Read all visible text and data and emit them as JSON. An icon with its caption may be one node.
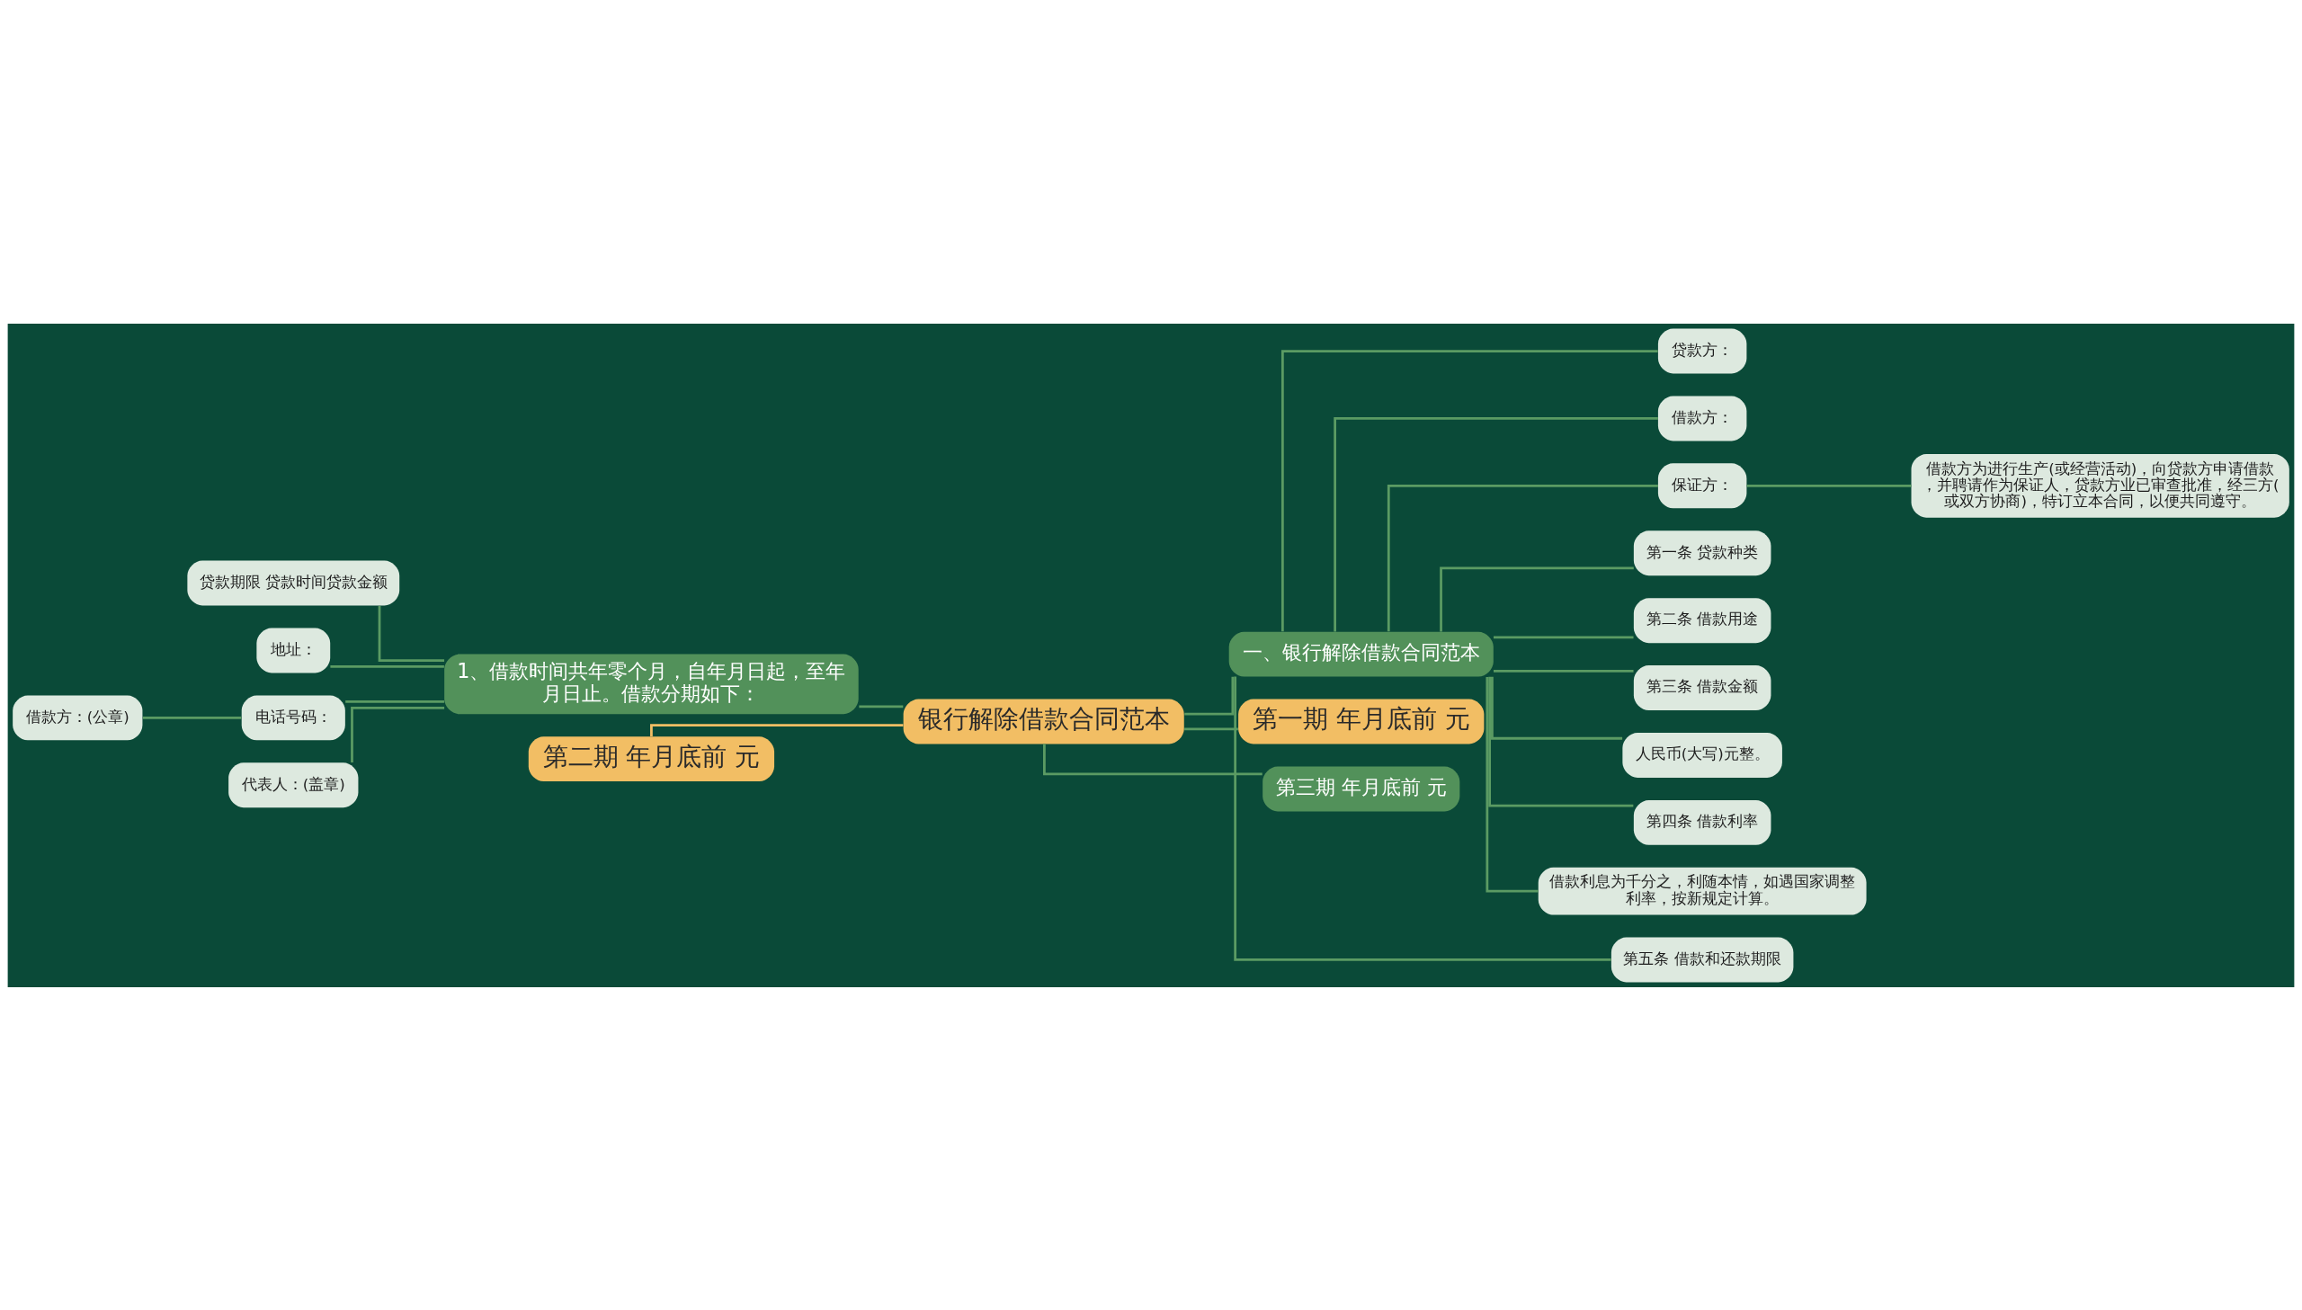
{
  "diagram": {
    "nodes": [
      {
        "text": [
          "银行解除借款合同范本"
        ]
      },
      {
        "text": [
          "一、银行解除借款合同范本"
        ]
      },
      {
        "text": [
          "贷款方："
        ]
      },
      {
        "text": [
          "借款方："
        ]
      },
      {
        "text": [
          "保证方："
        ]
      },
      {
        "text": [
          "借款方为进行生产(或经营活动)，向贷款方申请借款，并聘请作为保证人，贷款方业已审查批准，经三方(或双方协商)，特订立本合同，以便共同遵守。"
        ]
      },
      {
        "text": [
          "第一条 贷款种类"
        ]
      },
      {
        "text": [
          "第二条 借款用途"
        ]
      },
      {
        "text": [
          "第三条 借款金额"
        ]
      },
      {
        "text": [
          "人民币(大写)元整。"
        ]
      },
      {
        "text": [
          "第四条 借款利率"
        ]
      },
      {
        "text": [
          "借款利息为千分之，利随本情，如遇国家调整利率，按新规定计算。"
        ]
      },
      {
        "text": [
          "第五条 借款和还款期限"
        ]
      },
      {
        "text": [
          "第一期 年月底前 元"
        ]
      },
      {
        "text": [
          "第三期 年月底前 元"
        ]
      },
      {
        "text": [
          "1、借款时间共年零个月，自年月日起，至年月日止。借款分期如下："
        ]
      },
      {
        "text": [
          "贷款期限 贷款时间贷款金额"
        ]
      },
      {
        "text": [
          "地址："
        ]
      },
      {
        "text": [
          "电话号码："
        ]
      },
      {
        "text": [
          "借款方：(公章)"
        ]
      },
      {
        "text": [
          "代表人：(盖章)"
        ]
      },
      {
        "text": [
          "第二期 年月底前 元"
        ]
      }
    ],
    "edges": [
      {
        "from": 0,
        "to": 1,
        "arrow": "none"
      },
      {
        "from": 1,
        "to": 2,
        "arrow": "none"
      },
      {
        "from": 1,
        "to": 3,
        "arrow": "none"
      },
      {
        "from": 1,
        "to": 4,
        "arrow": "none"
      },
      {
        "from": 4,
        "to": 5,
        "arrow": "none"
      },
      {
        "from": 1,
        "to": 6,
        "arrow": "none"
      },
      {
        "from": 1,
        "to": 7,
        "arrow": "none"
      },
      {
        "from": 1,
        "to": 8,
        "arrow": "none"
      },
      {
        "from": 1,
        "to": 9,
        "arrow": "none"
      },
      {
        "from": 1,
        "to": 10,
        "arrow": "none"
      },
      {
        "from": 1,
        "to": 11,
        "arrow": "none"
      },
      {
        "from": 1,
        "to": 12,
        "arrow": "none"
      },
      {
        "from": 0,
        "to": 13,
        "arrow": "none"
      },
      {
        "from": 0,
        "to": 14,
        "arrow": "none"
      },
      {
        "from": 0,
        "to": 15,
        "arrow": "none"
      },
      {
        "from": 15,
        "to": 16,
        "arrow": "none"
      },
      {
        "from": 15,
        "to": 17,
        "arrow": "none"
      },
      {
        "from": 15,
        "to": 18,
        "arrow": "none"
      },
      {
        "from": 18,
        "to": 19,
        "arrow": "none"
      },
      {
        "from": 15,
        "to": 20,
        "arrow": "none"
      },
      {
        "from": 0,
        "to": 21,
        "arrow": "none",
        "color": "#f2be64"
      }
    ]
  }
}
